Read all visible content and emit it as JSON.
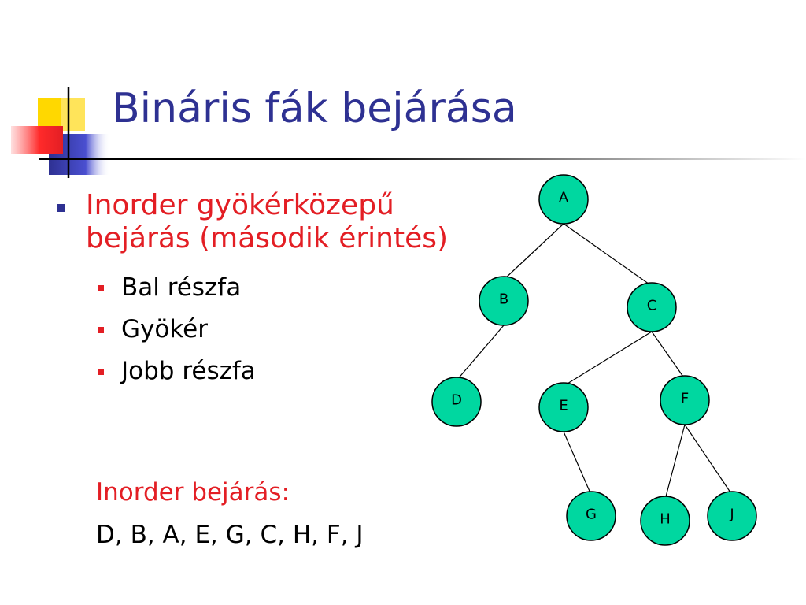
{
  "title": "Bináris fák bejárása",
  "bullet": {
    "text": "Inorder gyökérközepű bejárás (második érintés)",
    "color": "#e31e24",
    "marker_color": "#2e3192"
  },
  "sub_items": [
    "Bal részfa",
    "Gyökér",
    "Jobb részfa"
  ],
  "result": {
    "label": "Inorder bejárás:",
    "sequence": "D, B, A, E, G, C, H, F, J"
  },
  "tree": {
    "node_color": "#00d7a0",
    "nodes": [
      {
        "id": "A",
        "label": "A"
      },
      {
        "id": "B",
        "label": "B"
      },
      {
        "id": "C",
        "label": "C"
      },
      {
        "id": "D",
        "label": "D"
      },
      {
        "id": "E",
        "label": "E"
      },
      {
        "id": "F",
        "label": "F"
      },
      {
        "id": "G",
        "label": "G"
      },
      {
        "id": "H",
        "label": "H"
      },
      {
        "id": "J",
        "label": "J"
      }
    ],
    "edges": [
      {
        "from": "A",
        "to": "B"
      },
      {
        "from": "A",
        "to": "C"
      },
      {
        "from": "B",
        "to": "D"
      },
      {
        "from": "C",
        "to": "E"
      },
      {
        "from": "C",
        "to": "F"
      },
      {
        "from": "E",
        "to": "G"
      },
      {
        "from": "F",
        "to": "H"
      },
      {
        "from": "F",
        "to": "J"
      }
    ]
  },
  "colors": {
    "title": "#2e3192",
    "accent_red": "#e31e24",
    "accent_blue": "#2e3192",
    "accent_yellow": "#ffd800"
  }
}
